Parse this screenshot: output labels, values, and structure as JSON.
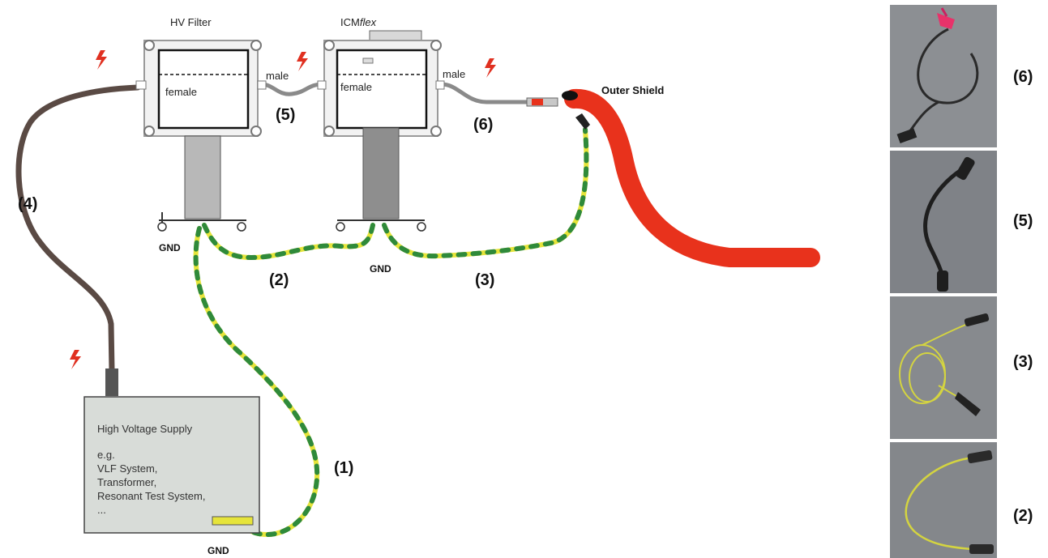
{
  "hv_filter": {
    "title": "HV Filter",
    "socket_label": "female",
    "plug_label": "male"
  },
  "icm_flex": {
    "title_prefix": "ICM",
    "title_italic": "flex",
    "socket_label": "female",
    "plug_label": "male"
  },
  "outer_shield": "Outer Shield",
  "gnd_labels": [
    "GND",
    "GND",
    "GND"
  ],
  "cable_numbers": {
    "c1": "(1)",
    "c2": "(2)",
    "c3": "(3)",
    "c4": "(4)",
    "c5": "(5)",
    "c6": "(6)"
  },
  "supply": {
    "title": "High Voltage Supply",
    "lines": [
      "e.g.",
      "VLF System,",
      "Transformer,",
      "Resonant Test System,",
      "..."
    ]
  },
  "photos": [
    {
      "label": "(6)"
    },
    {
      "label": "(5)"
    },
    {
      "label": "(3)"
    },
    {
      "label": "(2)"
    }
  ],
  "colors": {
    "hv_cable": "#5a4a44",
    "ground_yellow": "#e6e43a",
    "ground_green": "#2f8a3a",
    "shield_red": "#e8321c",
    "frame_grey": "#9a9a9a"
  }
}
